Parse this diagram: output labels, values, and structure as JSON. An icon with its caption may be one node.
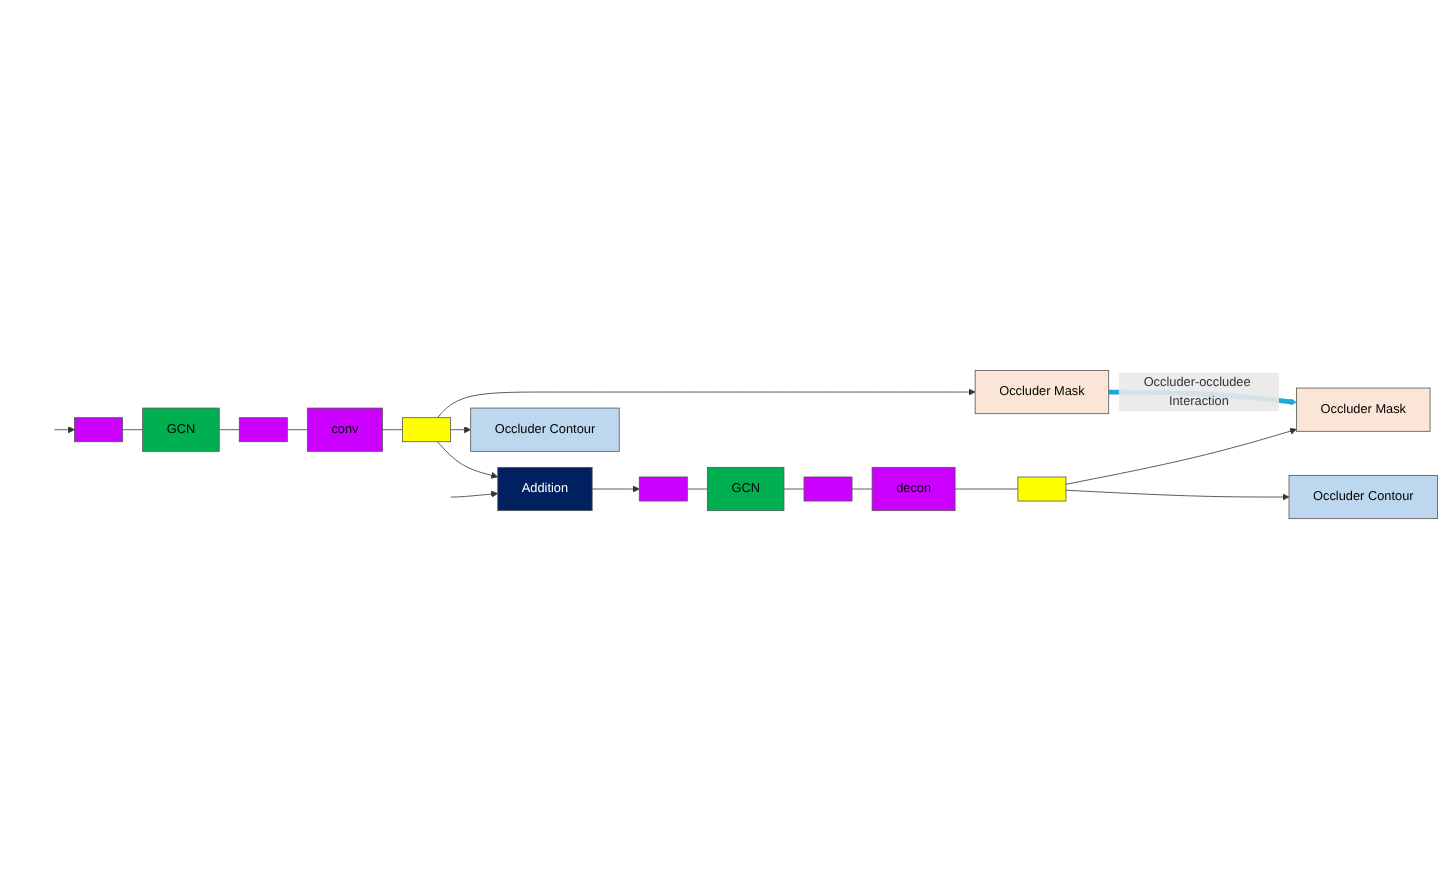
{
  "diagram": {
    "nodes": [
      {
        "text": [],
        "shape": "bar"
      },
      {
        "text": [
          "GCN"
        ]
      },
      {
        "text": [],
        "shape": "bar"
      },
      {
        "text": [
          "conv"
        ]
      },
      {
        "text": [],
        "shape": "bar"
      },
      {
        "text": [
          "Occluder Mask"
        ]
      },
      {
        "text": [
          "Occluder Contour"
        ]
      },
      {
        "text": [
          "Addition"
        ]
      },
      {
        "text": [],
        "shape": "bar"
      },
      {
        "text": [
          "GCN"
        ]
      },
      {
        "text": [],
        "shape": "bar"
      },
      {
        "text": [
          "decon"
        ]
      },
      {
        "text": [],
        "shape": "bar"
      },
      {
        "text": [
          "Occluder Mask"
        ]
      },
      {
        "text": [
          "Occluder Contour"
        ]
      }
    ],
    "edges": [
      {
        "from": null,
        "to": 0,
        "arrow": "to"
      },
      {
        "from": null,
        "to": 7,
        "arrow": "to"
      },
      {
        "from": 0,
        "to": 1,
        "arrow": "none"
      },
      {
        "from": 1,
        "to": 2,
        "arrow": "none"
      },
      {
        "from": 2,
        "to": 3,
        "arrow": "none"
      },
      {
        "from": 3,
        "to": 4,
        "arrow": "none"
      },
      {
        "from": 4,
        "to": 5,
        "arrow": "to"
      },
      {
        "from": 4,
        "to": 6,
        "arrow": "to"
      },
      {
        "from": 4,
        "to": 7,
        "arrow": "to"
      },
      {
        "from": 7,
        "to": 8,
        "arrow": "to"
      },
      {
        "from": 8,
        "to": 9,
        "arrow": "none"
      },
      {
        "from": 9,
        "to": 10,
        "arrow": "none"
      },
      {
        "from": 10,
        "to": 11,
        "arrow": "none"
      },
      {
        "from": 11,
        "to": 12,
        "arrow": "none"
      },
      {
        "from": 12,
        "to": 13,
        "arrow": "to"
      },
      {
        "from": 12,
        "to": 14,
        "arrow": "to"
      },
      {
        "from": 5,
        "to": 13,
        "arrow": "to",
        "label": "Occluder-occludee Interaction",
        "style": "thick",
        "color": "#1fa8e0"
      }
    ]
  }
}
